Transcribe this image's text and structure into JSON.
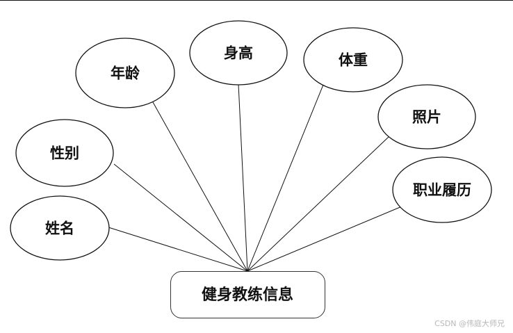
{
  "diagram": {
    "entity": {
      "id": "entity",
      "label": "健身教练信息"
    },
    "attributes": [
      {
        "id": "name",
        "label": "姓名"
      },
      {
        "id": "gender",
        "label": "性别"
      },
      {
        "id": "age",
        "label": "年龄"
      },
      {
        "id": "height",
        "label": "身高"
      },
      {
        "id": "weight",
        "label": "体重"
      },
      {
        "id": "photo",
        "label": "照片"
      },
      {
        "id": "career",
        "label": "职业履历"
      }
    ]
  },
  "watermark": "CSDN @伟庭大师兄"
}
